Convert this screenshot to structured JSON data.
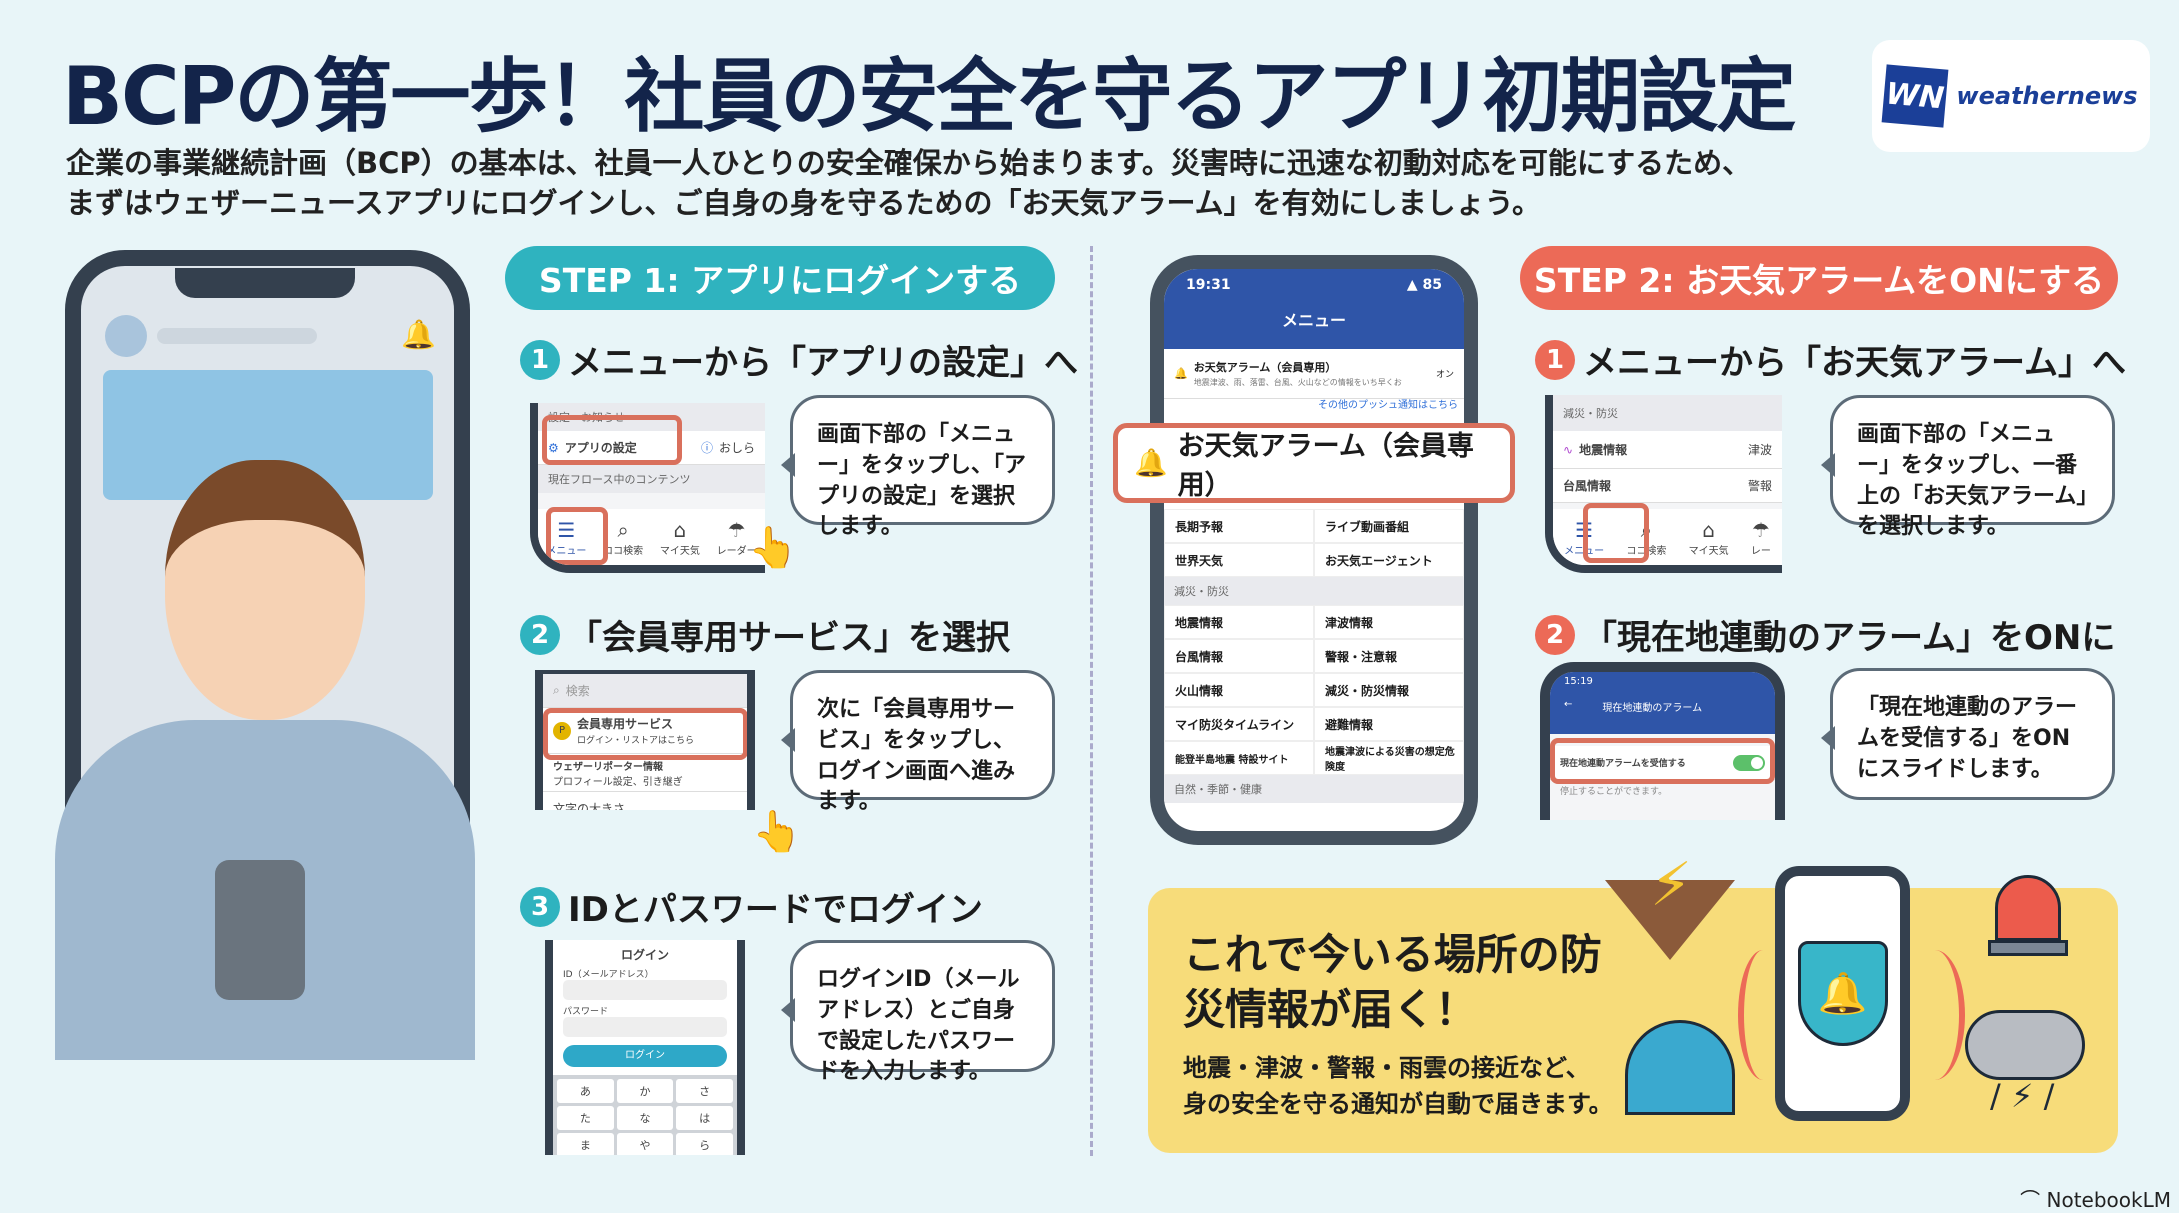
{
  "title": "BCPの第一歩！社員の安全を守るアプリ初期設定",
  "subtitle": [
    "企業の事業継続計画（BCP）の基本は、社員一人ひとりの安全確保から始まります。災害時に迅速な初動対応を可能にするため、",
    "まずはウェザーニュースアプリにログインし、ご自身の身を守るための「お天気アラーム」を有効にしましょう。"
  ],
  "logo": {
    "mark": "WN",
    "word": "weathernews"
  },
  "colors": {
    "teal": "#2fb3bf",
    "coral": "#ec6a57",
    "navy": "#13244a",
    "yellow": "#f7dc7a"
  },
  "step1": {
    "label": "STEP 1: アプリにログインする",
    "items": [
      {
        "num": "1",
        "heading": "メニューから「アプリの設定」へ",
        "text": "画面下部の「メニュー」をタップし、「アプリの設定」を選択します。",
        "screen": {
          "section": "設定・お知らせ",
          "item": "アプリの設定",
          "item2": "おしら",
          "section2": "現在フロース中のコンテンツ",
          "tabs": [
            "メニュー",
            "ココ検索",
            "マイ天気",
            "レーダー"
          ]
        }
      },
      {
        "num": "2",
        "heading": "「会員専用サービス」を選択",
        "text": "次に「会員専用サービス」をタップし、ログイン画面へ進みます。",
        "screen": {
          "search": "検索",
          "item": "会員専用サービス",
          "item_sub": "ログイン・リストアはこちら",
          "item2": "ウェザーリポーター情報",
          "item2_sub": "プロフィール設定、引き継ぎ",
          "item3": "文字の大きさ"
        }
      },
      {
        "num": "3",
        "heading": "IDとパスワードでログイン",
        "text": "ログインID（メールアドレス）とご自身で設定したパスワードを入力します。",
        "screen": {
          "title": "ログイン",
          "id_label": "ID（メールアドレス）",
          "pw_label": "パスワード",
          "button": "ログイン",
          "keys": [
            "あ",
            "か",
            "さ",
            "た",
            "な",
            "は",
            "ま",
            "や",
            "ら"
          ]
        }
      }
    ]
  },
  "phone": {
    "time": "19:31",
    "battery": "85",
    "title": "メニュー",
    "alarm": "お天気アラーム（会員専用）",
    "alarm_sub": "地震津波、雨、落雷、台風、火山などの情報をいち早くお",
    "alarm_state": "オン",
    "push_link": "その他のプッシュ通知はこちら",
    "rows": [
      [
        "長期予報",
        "ライブ動画番組"
      ],
      [
        "世界天気",
        "お天気エージェント"
      ]
    ],
    "section": "減災・防災",
    "rows2": [
      [
        "地震情報",
        "津波情報"
      ],
      [
        "台風情報",
        "警報・注意報"
      ],
      [
        "火山情報",
        "減災・防災情報"
      ],
      [
        "マイ防災タイムライン",
        "避難情報"
      ],
      [
        "能登半島地震 特設サイト",
        "地震津波による災害の想定危険度"
      ]
    ],
    "section2": "自然・季節・健康"
  },
  "callout": "お天気アラーム（会員専用）",
  "step2": {
    "label": "STEP 2: お天気アラームをONにする",
    "items": [
      {
        "num": "1",
        "heading": "メニューから「お天気アラーム」へ",
        "text": "画面下部の「メニュー」をタップし、一番上の「お天気アラーム」を選択します。",
        "screen": {
          "section": "減災・防災",
          "item": "地震情報",
          "item2": "津波",
          "item3": "台風情報",
          "item4": "警報",
          "tabs": [
            "メニュー",
            "ココ検索",
            "マイ天気",
            "レー"
          ]
        }
      },
      {
        "num": "2",
        "heading": "「現在地連動のアラーム」をONに",
        "text": "「現在地連動のアラームを受信する」をONにスライドします。",
        "screen": {
          "time": "15:19",
          "title": "現在地連動のアラーム",
          "toggle_label": "現在地連動アラームを受信する",
          "toggle_on": true,
          "note": "停止することができます。"
        }
      }
    ]
  },
  "result": {
    "heading": "これで今いる場所の防災情報が届く！",
    "text": [
      "地震・津波・警報・雨雲の接近など、",
      "身の安全を守る通知が自動で届きます。"
    ]
  },
  "footer": "NotebookLM"
}
